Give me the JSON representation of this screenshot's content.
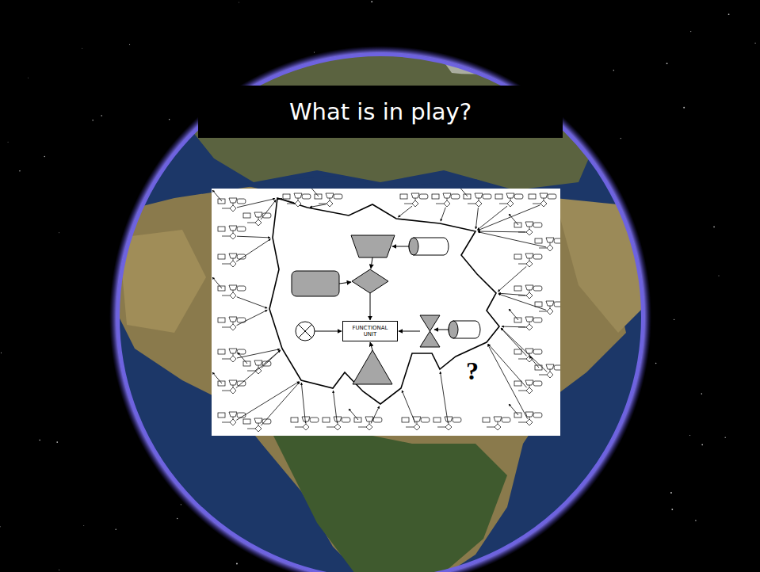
{
  "diagram": {
    "title": "What is in play?",
    "nodes": [
      {
        "text": [
          "FUNCTIONAL UNIT"
        ]
      }
    ],
    "labels": [
      "?"
    ]
  }
}
